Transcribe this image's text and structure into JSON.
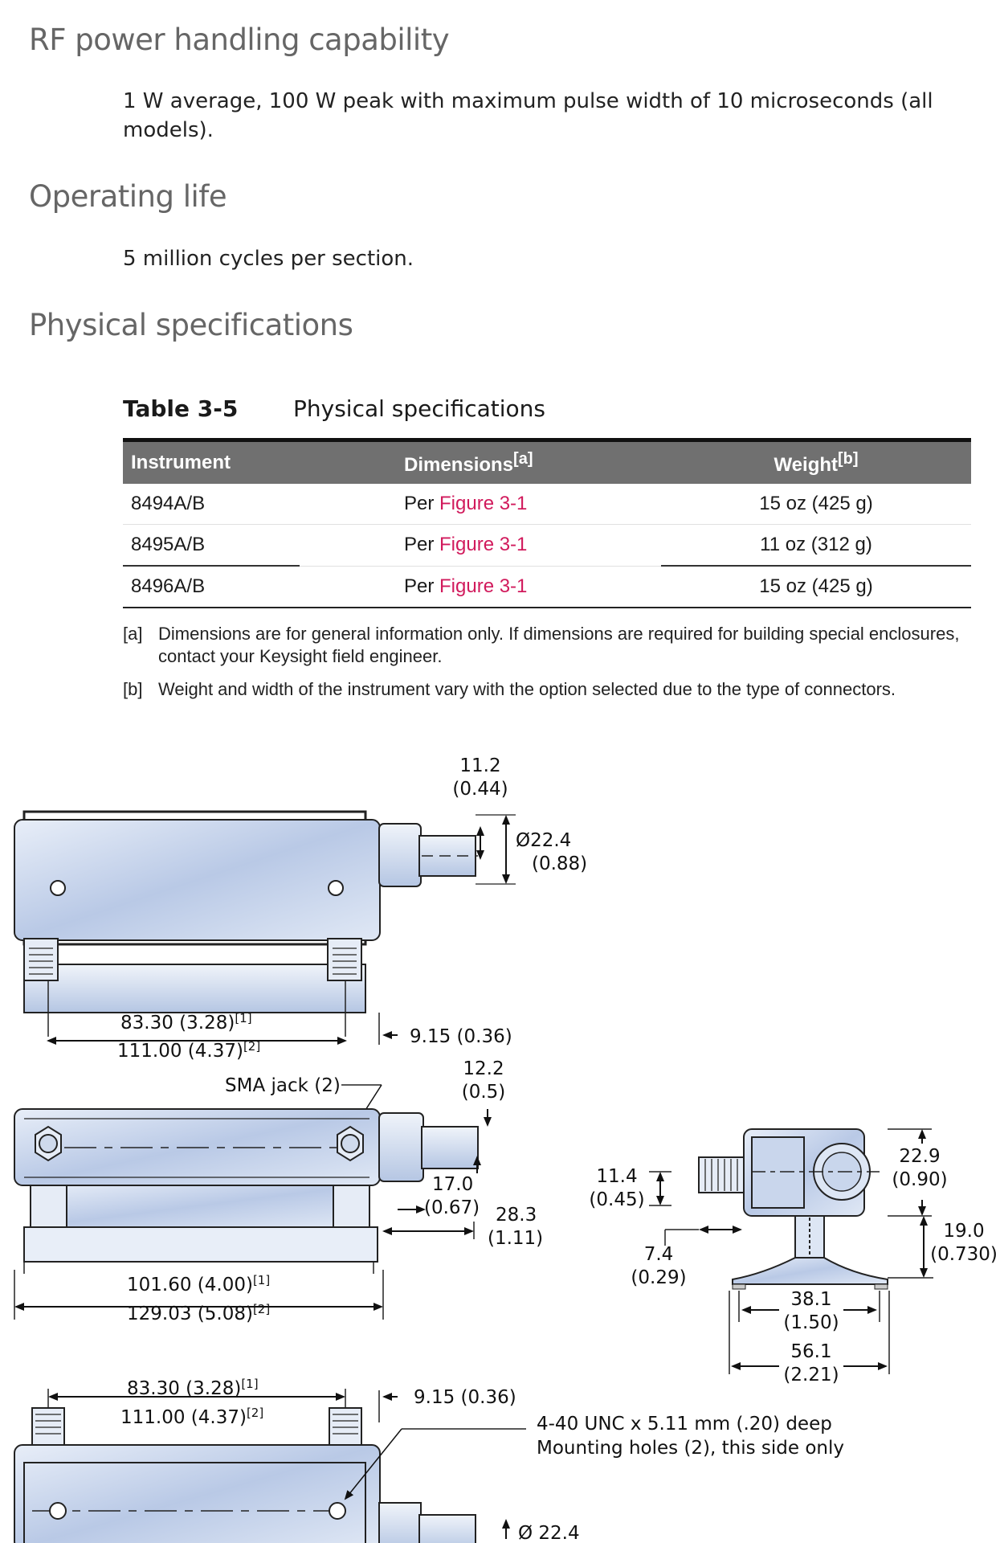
{
  "sections": {
    "rf_power": {
      "heading": "RF power handling capability",
      "text": "1 W average, 100 W peak with maximum pulse width of 10 microseconds (all models)."
    },
    "operating_life": {
      "heading": "Operating life",
      "text": "5 million cycles per section."
    },
    "physical": {
      "heading": "Physical specifications"
    }
  },
  "table": {
    "number": "Table 3-5",
    "title": "Physical specifications",
    "headers": {
      "instrument": "Instrument",
      "dimensions": "Dimensions",
      "dimensions_note": "[a]",
      "weight": "Weight",
      "weight_note": "[b]"
    },
    "rows": [
      {
        "instrument": "8494A/B",
        "dim_prefix": "Per ",
        "dim_link": "Figure 3-1",
        "weight": "15 oz (425 g)"
      },
      {
        "instrument": "8495A/B",
        "dim_prefix": "Per ",
        "dim_link": "Figure 3-1",
        "weight": "11 oz (312 g)"
      },
      {
        "instrument": "8496A/B",
        "dim_prefix": "Per ",
        "dim_link": "Figure 3-1",
        "weight": "15 oz (425 g)"
      }
    ],
    "footnotes": [
      {
        "tag": "[a]",
        "text": "Dimensions are for general information only. If dimensions are required for building special enclosures, contact your Keysight field engineer."
      },
      {
        "tag": "[b]",
        "text": "Weight and width of the instrument vary with the option selected due to the type of connectors."
      }
    ]
  },
  "drawing": {
    "top": {
      "conn_len": "11.2",
      "conn_len_in": "(0.44)",
      "dia": "Ø22.4",
      "dia_in": "(0.88)",
      "hole_spacing_1": "83.30 (3.28)",
      "hole_spacing_2": "111.00 (4.37)",
      "sup1": "[1]",
      "sup2": "[2]",
      "offset": "9.15 (0.36)"
    },
    "mid": {
      "sma": "SMA jack (2)",
      "conn_len": "12.2",
      "conn_len_in": "(0.5)",
      "h1": "17.0",
      "h1_in": "(0.67)",
      "h2": "28.3",
      "h2_in": "(1.11)",
      "len_1": "101.60 (4.00)",
      "len_2": "129.03 (5.08)"
    },
    "end": {
      "a": "11.4",
      "a_in": "(0.45)",
      "b": "7.4",
      "b_in": "(0.29)",
      "c": "22.9",
      "c_in": "(0.90)",
      "d": "19.0",
      "d_in": "(0.730)",
      "e": "38.1",
      "e_in": "(1.50)",
      "f": "56.1",
      "f_in": "(2.21)"
    },
    "bottom": {
      "hole_spacing_1": "83.30 (3.28)",
      "hole_spacing_2": "111.00 (4.37)",
      "offset": "9.15 (0.36)",
      "mount_1": "4-40 UNC x 5.11 mm (.20) deep",
      "mount_2": "Mounting holes (2), this side only",
      "dia": "Ø 22.4"
    }
  }
}
